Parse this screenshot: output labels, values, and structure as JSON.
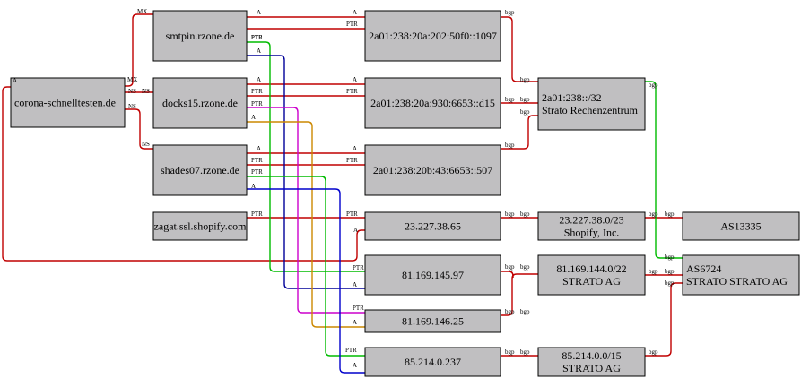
{
  "nodes": {
    "corona": {
      "lines": [
        "corona-schnelltesten.de"
      ]
    },
    "smtpin": {
      "lines": [
        "smtpin.rzone.de"
      ]
    },
    "docks15": {
      "lines": [
        "docks15.rzone.de"
      ]
    },
    "shades07": {
      "lines": [
        "shades07.rzone.de"
      ]
    },
    "zagat": {
      "lines": [
        "zagat.ssl.shopify.com"
      ]
    },
    "ip6_1097": {
      "lines": [
        "2a01:238:20a:202:50f0::1097"
      ]
    },
    "ip6_d15": {
      "lines": [
        "2a01:238:20a:930:6653::d15"
      ]
    },
    "ip6_507": {
      "lines": [
        "2a01:238:20b:43:6653::507"
      ]
    },
    "ip_23": {
      "lines": [
        "23.227.38.65"
      ]
    },
    "ip_81_97": {
      "lines": [
        "81.169.145.97"
      ]
    },
    "ip_81_25": {
      "lines": [
        "81.169.146.25"
      ]
    },
    "ip_85": {
      "lines": [
        "85.214.0.237"
      ]
    },
    "net_2a01": {
      "lines": [
        "2a01:238::/32",
        "Strato Rechenzentrum"
      ]
    },
    "net_23": {
      "lines": [
        "23.227.38.0/23",
        "Shopify, Inc."
      ]
    },
    "net_81": {
      "lines": [
        "81.169.144.0/22",
        "STRATO AG"
      ]
    },
    "net_85": {
      "lines": [
        "85.214.0.0/15",
        "STRATO AG"
      ]
    },
    "as13335": {
      "lines": [
        "AS13335"
      ]
    },
    "as6724": {
      "lines": [
        "AS6724",
        "STRATO STRATO AG"
      ]
    }
  },
  "edges": [
    {
      "from": "corona",
      "to": "smtpin",
      "tail": "MX",
      "head": "MX",
      "color": "#c00000"
    },
    {
      "from": "corona",
      "to": "docks15",
      "tail": "NS",
      "head": "NS",
      "color": "#c00000"
    },
    {
      "from": "corona",
      "to": "shades07",
      "tail": "NS",
      "head": "NS",
      "color": "#c00000"
    },
    {
      "from": "corona",
      "to": "ip_23",
      "tail": "A",
      "head": "A",
      "color": "#c00000"
    },
    {
      "from": "smtpin",
      "to": "ip6_1097",
      "tail": "A",
      "head": "A",
      "color": "#c00000"
    },
    {
      "from": "ip6_1097",
      "to": "smtpin",
      "tail": "PTR",
      "head": "PTR",
      "color": "#c00000"
    },
    {
      "from": "docks15",
      "to": "ip6_d15",
      "tail": "A",
      "head": "A",
      "color": "#c00000"
    },
    {
      "from": "ip6_d15",
      "to": "docks15",
      "tail": "PTR",
      "head": "PTR",
      "color": "#c00000"
    },
    {
      "from": "shades07",
      "to": "ip6_507",
      "tail": "A",
      "head": "A",
      "color": "#c00000"
    },
    {
      "from": "ip6_507",
      "to": "shades07",
      "tail": "PTR",
      "head": "PTR",
      "color": "#c00000"
    },
    {
      "from": "ip_23",
      "to": "zagat",
      "tail": "PTR",
      "head": "PTR",
      "color": "#c00000"
    },
    {
      "from": "smtpin",
      "to": "ip_81_97",
      "tail": "PTR",
      "head": "PTR",
      "color": "#00bb00"
    },
    {
      "from": "smtpin",
      "to": "ip_81_97",
      "tail": "A",
      "head": "A",
      "color": "#000099"
    },
    {
      "from": "docks15",
      "to": "ip_81_25",
      "tail": "PTR",
      "head": "PTR",
      "color": "#cc00cc"
    },
    {
      "from": "docks15",
      "to": "ip_81_25",
      "tail": "A",
      "head": "A",
      "color": "#cc8800"
    },
    {
      "from": "shades07",
      "to": "ip_85",
      "tail": "PTR",
      "head": "PTR",
      "color": "#00bb00"
    },
    {
      "from": "shades07",
      "to": "ip_85",
      "tail": "A",
      "head": "A",
      "color": "#0000cc"
    },
    {
      "from": "ip6_1097",
      "to": "net_2a01",
      "tail": "bgp",
      "head": "bgp",
      "color": "#c00000"
    },
    {
      "from": "ip6_d15",
      "to": "net_2a01",
      "tail": "bgp",
      "head": "bgp",
      "color": "#c00000"
    },
    {
      "from": "ip6_507",
      "to": "net_2a01",
      "tail": "bgp",
      "head": "bgp",
      "color": "#c00000"
    },
    {
      "from": "ip_23",
      "to": "net_23",
      "tail": "bgp",
      "head": "bgp",
      "color": "#c00000"
    },
    {
      "from": "ip_81_97",
      "to": "net_81",
      "tail": "bgp",
      "head": "bgp",
      "color": "#c00000"
    },
    {
      "from": "ip_81_25",
      "to": "net_81",
      "tail": "bgp",
      "head": "bgp",
      "color": "#c00000"
    },
    {
      "from": "ip_85",
      "to": "net_85",
      "tail": "bgp",
      "head": "bgp",
      "color": "#c00000"
    },
    {
      "from": "net_23",
      "to": "as13335",
      "tail": "bgp",
      "head": "bgp",
      "color": "#c00000"
    },
    {
      "from": "net_81",
      "to": "as6724",
      "tail": "bgp",
      "head": "bgp",
      "color": "#c00000"
    },
    {
      "from": "net_85",
      "to": "as6724",
      "tail": "bgp",
      "head": "bgp",
      "color": "#c00000"
    },
    {
      "from": "net_2a01",
      "to": "as6724",
      "tail": "bgp",
      "head": "bgp",
      "color": "#00bb00"
    }
  ]
}
